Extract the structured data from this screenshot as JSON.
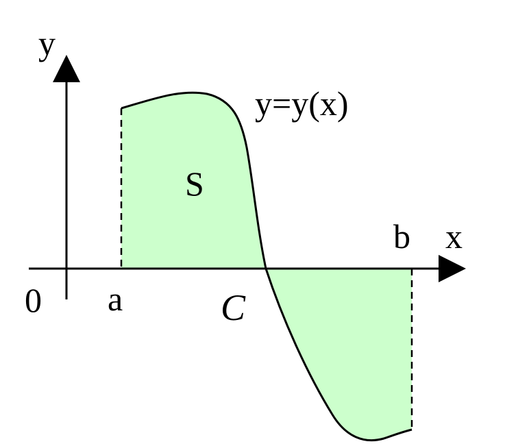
{
  "labels": {
    "y_axis": "y",
    "x_axis": "x",
    "origin": "0",
    "a": "a",
    "b": "b",
    "c": "C",
    "area": "S",
    "function": "y=y(x)"
  },
  "colors": {
    "fill": "#ccffcc",
    "line": "#000000",
    "background": "#ffffff"
  }
}
